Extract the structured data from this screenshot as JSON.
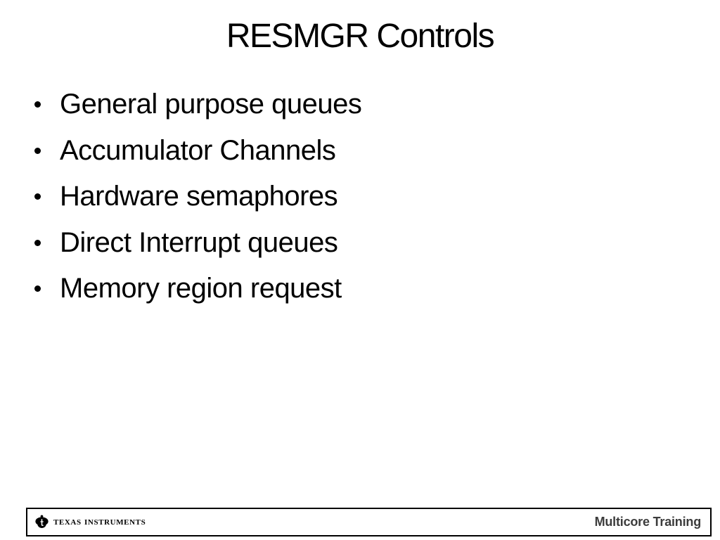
{
  "slide": {
    "title": "RESMGR Controls",
    "bullets": [
      "General purpose queues",
      "Accumulator Channels",
      "Hardware semaphores",
      "Direct Interrupt queues",
      "Memory region request"
    ]
  },
  "footer": {
    "brand": "Texas Instruments",
    "label": "Multicore Training"
  },
  "icons": {
    "ti_logo": "ti-bug-logo"
  },
  "colors": {
    "background": "#ffffff",
    "text": "#000000",
    "footer_text": "#3c3c3c",
    "border": "#000000"
  }
}
